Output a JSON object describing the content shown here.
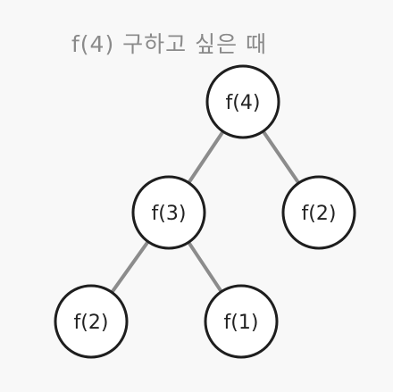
{
  "title": "f(4) 구하고 싶은 때",
  "colors": {
    "background": "#f8f8f8",
    "node_fill": "#ffffff",
    "node_stroke": "#1e1e1e",
    "edge": "#8c8c8c",
    "title": "#8a8a8a",
    "label": "#222222"
  },
  "nodes": [
    {
      "id": "n4",
      "label": "f(4)"
    },
    {
      "id": "n3",
      "label": "f(3)"
    },
    {
      "id": "n2r",
      "label": "f(2)"
    },
    {
      "id": "n2l",
      "label": "f(2)"
    },
    {
      "id": "n1",
      "label": "f(1)"
    }
  ],
  "edges": [
    {
      "from": "n4",
      "to": "n3"
    },
    {
      "from": "n4",
      "to": "n2r"
    },
    {
      "from": "n3",
      "to": "n2l"
    },
    {
      "from": "n3",
      "to": "n1"
    }
  ]
}
